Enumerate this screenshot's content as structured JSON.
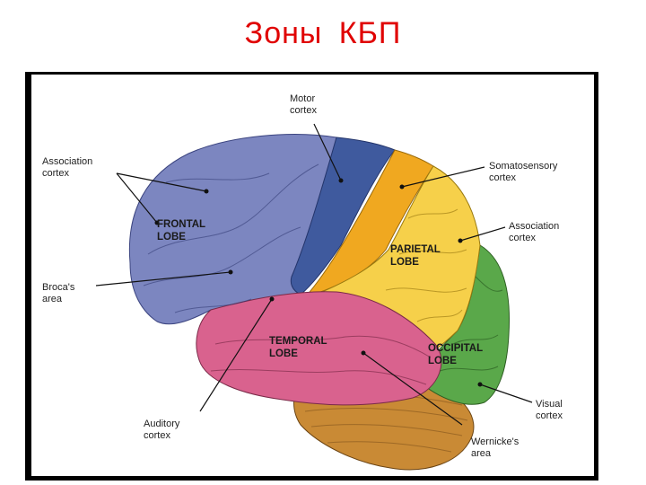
{
  "title": "Зоны КБП",
  "lobes": {
    "frontal": [
      "FRONTAL",
      "LOBE"
    ],
    "parietal": [
      "PARIETAL",
      "LOBE"
    ],
    "temporal": [
      "TEMPORAL",
      "LOBE"
    ],
    "occipital": [
      "OCCIPITAL",
      "LOBE"
    ]
  },
  "labels": {
    "motor_cortex": [
      "Motor",
      "cortex"
    ],
    "association_cortex_left": [
      "Association",
      "cortex"
    ],
    "somatosensory_cortex": [
      "Somatosensory",
      "cortex"
    ],
    "association_cortex_right": [
      "Association",
      "cortex"
    ],
    "brocas_area": [
      "Broca's",
      "area"
    ],
    "visual_cortex": [
      "Visual",
      "cortex"
    ],
    "auditory_cortex": [
      "Auditory",
      "cortex"
    ],
    "wernickes_area": [
      "Wernicke's",
      "area"
    ]
  },
  "colors": {
    "title": "#e00000",
    "frontal": "#7c86c0",
    "motor": "#3f5a9e",
    "somatosensory": "#f0a820",
    "parietal": "#f6d04a",
    "temporal": "#d9628e",
    "occipital": "#5aa84a",
    "cerebellum": "#c98a35"
  }
}
